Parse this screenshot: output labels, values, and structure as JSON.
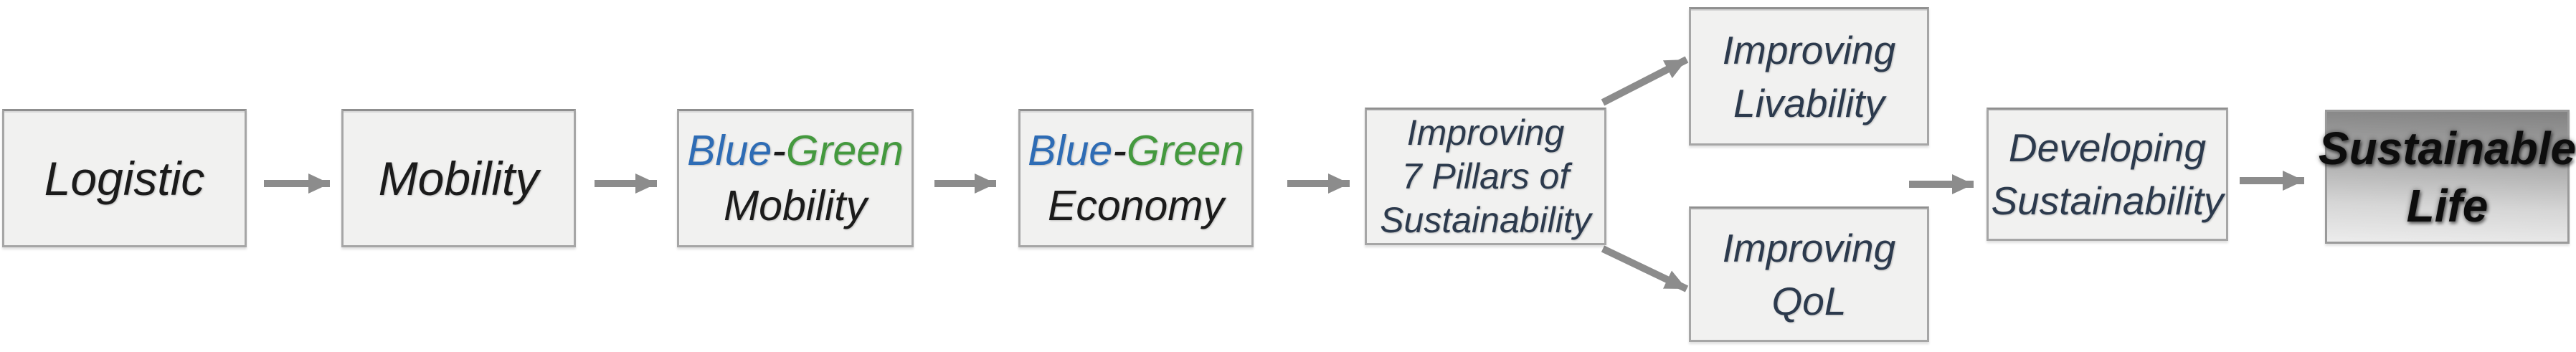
{
  "diagram": {
    "description": "Flow diagram from Logistic to Sustainable Life",
    "nodes": {
      "logistic": {
        "label": "Logistic"
      },
      "mobility": {
        "label": "Mobility"
      },
      "blue_green_mobility": {
        "blue": "Blue",
        "hyphen": "-",
        "green": "Green",
        "line2": "Mobility"
      },
      "blue_green_economy": {
        "blue": "Blue",
        "hyphen": "-",
        "green": "Green",
        "line2": "Economy"
      },
      "seven_pillars": {
        "line1": "Improving",
        "line2": "7 Pillars of",
        "line3": "Sustainability"
      },
      "livability": {
        "line1": "Improving",
        "line2": "Livability"
      },
      "qol": {
        "line1": "Improving",
        "line2": "QoL"
      },
      "developing": {
        "line1": "Developing",
        "line2": "Sustainability"
      },
      "sustainable_life": {
        "line1": "Sustainable",
        "line2": "Life"
      }
    },
    "edges": [
      {
        "from": "logistic",
        "to": "mobility"
      },
      {
        "from": "mobility",
        "to": "blue_green_mobility"
      },
      {
        "from": "blue_green_mobility",
        "to": "blue_green_economy"
      },
      {
        "from": "blue_green_economy",
        "to": "seven_pillars"
      },
      {
        "from": "seven_pillars",
        "to": "livability"
      },
      {
        "from": "seven_pillars",
        "to": "qol"
      },
      {
        "from": "livability_qol",
        "to": "developing"
      },
      {
        "from": "developing",
        "to": "sustainable_life"
      }
    ],
    "colors": {
      "blue_text": "#2E6CB5",
      "green_text": "#44993E",
      "navy_text": "#2C3A4D",
      "black_text": "#1B1B1B",
      "box_fill": "#F1F1F0",
      "box_border": "#A6A6A6",
      "arrow_gray": "#8C8C8C",
      "final_box_gradient_top": "#828282",
      "final_box_gradient_bottom": "#ECECEC",
      "background": "#FFFFFF"
    }
  }
}
